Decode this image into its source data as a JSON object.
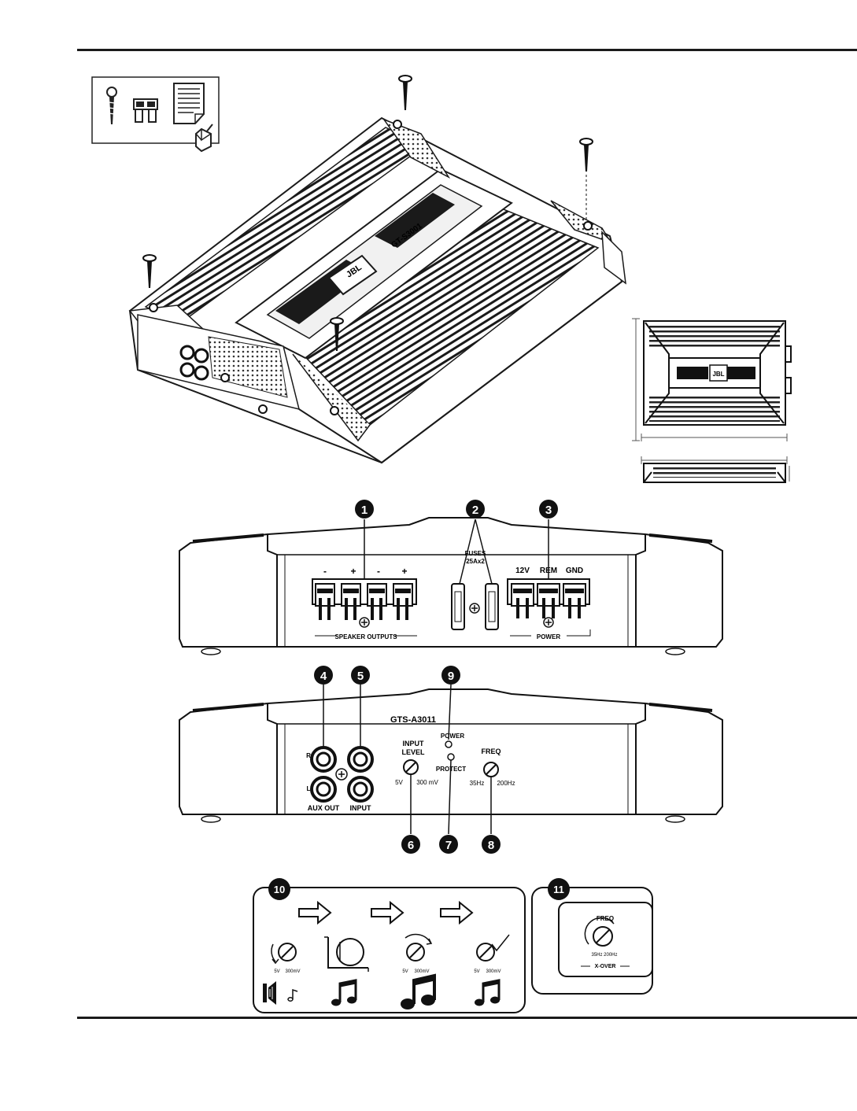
{
  "amp": {
    "model": "GTS-A3011",
    "brand": "JBL",
    "side_model": "GT-S3001"
  },
  "callouts": [
    "1",
    "2",
    "3",
    "4",
    "5",
    "6",
    "7",
    "8",
    "9",
    "10",
    "11"
  ],
  "panel_a": {
    "speaker_polarity": [
      "-",
      "+",
      "-",
      "+"
    ],
    "speaker_outputs_label": "SPEAKER OUTPUTS",
    "fuse_label_line1": "FUSES",
    "fuse_label_line2": "25Ax2",
    "power_terminals": [
      "12V",
      "REM",
      "GND"
    ],
    "power_label": "POWER"
  },
  "panel_b": {
    "title": "GTS-A3011",
    "aux_out": "AUX OUT",
    "input": "INPUT",
    "r_mark": "R",
    "l_mark": "L",
    "input_level_line1": "INPUT",
    "input_level_line2": "LEVEL",
    "level_min": "5V",
    "level_max": "300 mV",
    "power_led": "POWER",
    "protect_led": "PROTECT",
    "freq": "FREQ",
    "freq_min": "35Hz",
    "freq_max": "200Hz"
  },
  "panel_10": {
    "knob_min": "5V",
    "knob_max": "300mV",
    "knob_max_alt": "300mV"
  },
  "panel_11": {
    "freq": "FREQ",
    "range": "35Hz 200Hz",
    "xover": "X-OVER"
  }
}
